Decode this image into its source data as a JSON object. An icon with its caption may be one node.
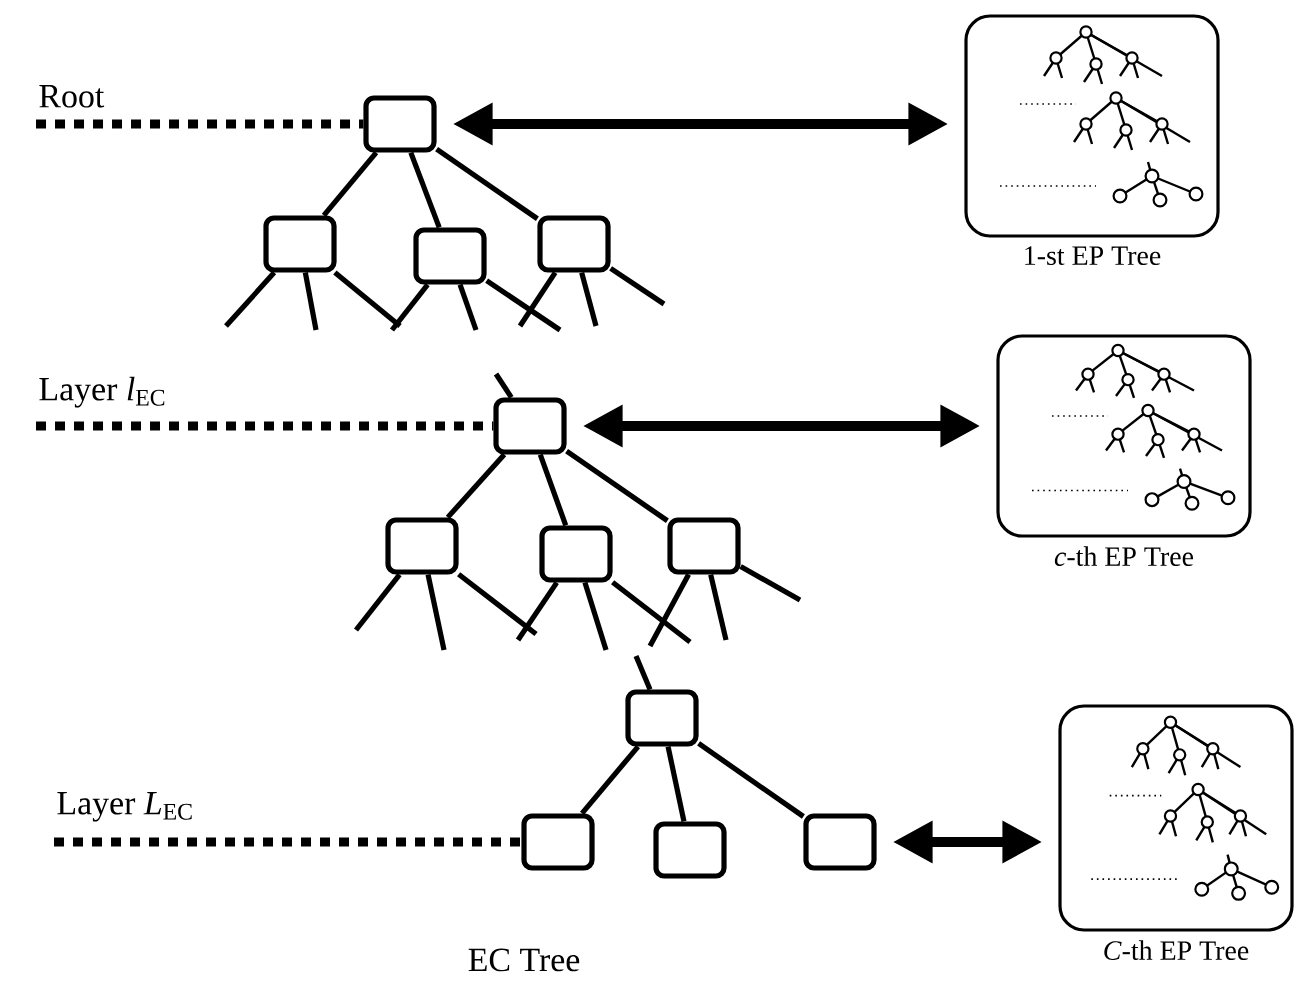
{
  "diagram": {
    "nodes": [
      {
        "text": [
          "Root"
        ]
      },
      {
        "text": [],
        "shape": "box"
      },
      {
        "text": [],
        "shape": "box"
      },
      {
        "text": [],
        "shape": "box"
      },
      {
        "text": [],
        "shape": "box"
      },
      {
        "text": [],
        "shape": "box",
        "beside": [
          "1-st EP Tree"
        ]
      },
      {
        "text": [
          "Layer *l*$_{EC}$"
        ]
      },
      {
        "text": [],
        "shape": "box"
      },
      {
        "text": [],
        "shape": "box"
      },
      {
        "text": [],
        "shape": "box"
      },
      {
        "text": [],
        "shape": "box"
      },
      {
        "text": [],
        "shape": "box",
        "beside": [
          "*c*-th EP Tree"
        ]
      },
      {
        "text": [
          "Layer *L*$_{EC}$"
        ]
      },
      {
        "text": [],
        "shape": "box"
      },
      {
        "text": [],
        "shape": "box"
      },
      {
        "text": [],
        "shape": "box"
      },
      {
        "text": [],
        "shape": "box"
      },
      {
        "text": [],
        "shape": "box",
        "beside": [
          "*C*-th EP Tree"
        ]
      }
    ],
    "edges": [
      {
        "from": 0,
        "to": 1,
        "arrow": "none",
        "style": "dashed"
      },
      {
        "from": 1,
        "to": 2,
        "arrow": "none"
      },
      {
        "from": 1,
        "to": 3,
        "arrow": "none"
      },
      {
        "from": 1,
        "to": 4,
        "arrow": "none"
      },
      {
        "from": 1,
        "to": 5,
        "arrow": "both",
        "style": "thick"
      },
      {
        "from": 2,
        "to": null,
        "arrow": "none"
      },
      {
        "from": 2,
        "to": null,
        "arrow": "none"
      },
      {
        "from": 2,
        "to": null,
        "arrow": "none"
      },
      {
        "from": 3,
        "to": null,
        "arrow": "none"
      },
      {
        "from": 3,
        "to": null,
        "arrow": "none"
      },
      {
        "from": 3,
        "to": null,
        "arrow": "none"
      },
      {
        "from": 4,
        "to": null,
        "arrow": "none"
      },
      {
        "from": 4,
        "to": null,
        "arrow": "none"
      },
      {
        "from": 4,
        "to": null,
        "arrow": "none"
      },
      {
        "from": 6,
        "to": 7,
        "arrow": "none",
        "style": "dashed"
      },
      {
        "from": null,
        "to": 7,
        "arrow": "none"
      },
      {
        "from": 7,
        "to": 8,
        "arrow": "none"
      },
      {
        "from": 7,
        "to": 9,
        "arrow": "none"
      },
      {
        "from": 7,
        "to": 10,
        "arrow": "none"
      },
      {
        "from": 8,
        "to": null,
        "arrow": "none"
      },
      {
        "from": 8,
        "to": null,
        "arrow": "none"
      },
      {
        "from": 8,
        "to": null,
        "arrow": "none"
      },
      {
        "from": 9,
        "to": null,
        "arrow": "none"
      },
      {
        "from": 9,
        "to": null,
        "arrow": "none"
      },
      {
        "from": 9,
        "to": null,
        "arrow": "none"
      },
      {
        "from": 10,
        "to": null,
        "arrow": "none"
      },
      {
        "from": 10,
        "to": null,
        "arrow": "none"
      },
      {
        "from": 10,
        "to": null,
        "arrow": "none"
      },
      {
        "from": 7,
        "to": 11,
        "arrow": "both",
        "style": "thick"
      },
      {
        "from": 12,
        "to": 14,
        "arrow": "none",
        "style": "dashed"
      },
      {
        "from": null,
        "to": 13,
        "arrow": "none"
      },
      {
        "from": 13,
        "to": 14,
        "arrow": "none"
      },
      {
        "from": 13,
        "to": 15,
        "arrow": "none"
      },
      {
        "from": 13,
        "to": 16,
        "arrow": "none"
      },
      {
        "from": 16,
        "to": 17,
        "arrow": "both",
        "style": "thick"
      }
    ],
    "labels": [
      "EC Tree"
    ]
  }
}
